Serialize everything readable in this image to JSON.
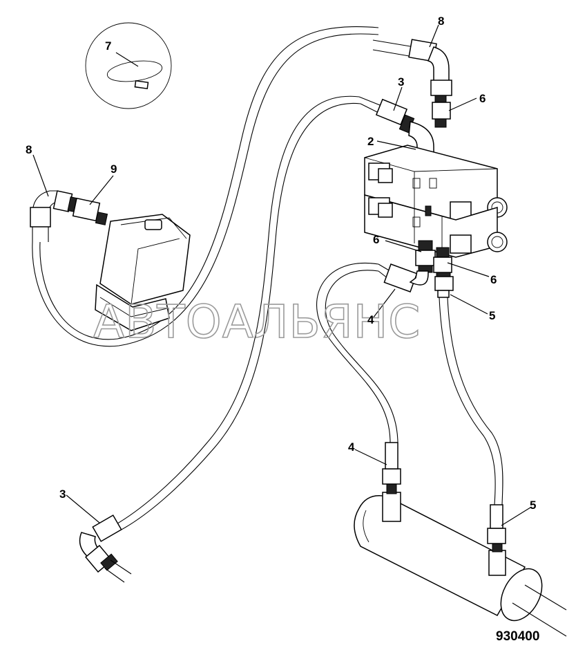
{
  "callouts": {
    "c7": "7",
    "c8_top": "8",
    "c8_left": "8",
    "c9": "9",
    "c3_top": "3",
    "c6_top": "6",
    "c2": "2",
    "c6_mid_left": "6",
    "c6_mid_right": "6",
    "c4_mid": "4",
    "c5_mid": "5",
    "c4_bottom": "4",
    "c5_bottom": "5",
    "c3_bottom": "3"
  },
  "figure_number": "930400",
  "watermark": "АВТОАЛЬЯНС"
}
